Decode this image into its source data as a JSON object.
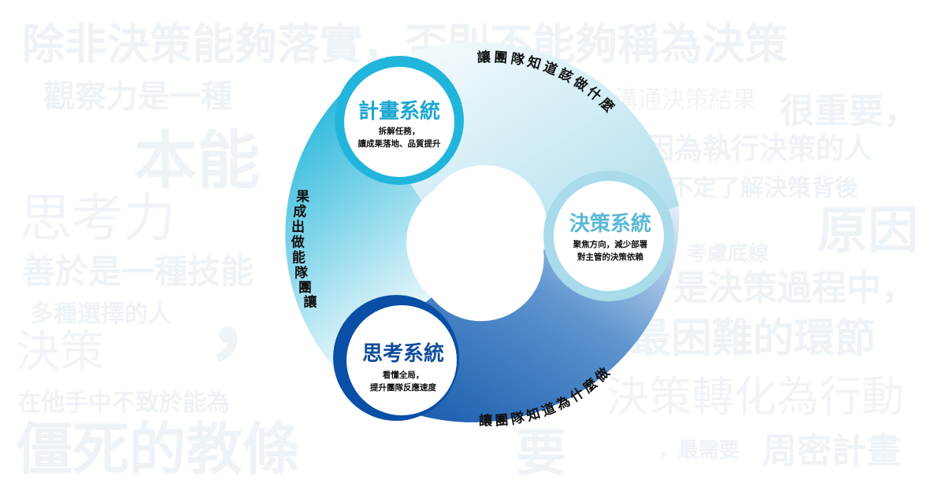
{
  "background_words": [
    "除非決策能夠落實，否則不能夠稱為決策",
    "觀察力是一種",
    "溝通決策結果",
    "很重要，",
    "本能",
    "因為執行決策的人",
    "不定了解決策背後",
    "思考力",
    "原因",
    "考慮底線",
    "善於是一種技能",
    "是決策過程中，",
    "多種選擇的人",
    "，",
    "最困難的環節",
    "決策",
    "決策轉化為行動",
    "在他手中不致於能為",
    "，最需要",
    "周密計畫",
    "僵死的教條",
    "要"
  ],
  "nodes": {
    "plan": {
      "title": "計畫系統",
      "desc": [
        "拆解任務，",
        "讓成果落地、品質提升"
      ],
      "color": "#1aa6cf"
    },
    "decide": {
      "title": "決策系統",
      "desc": [
        "聚焦方向，減少部署",
        "對主管的決策依賴"
      ],
      "color": "#5ab8d4"
    },
    "think": {
      "title": "思考系統",
      "desc": [
        "看懂全局，",
        "提升團隊反應速度"
      ],
      "color": "#0f4c9c"
    }
  },
  "arc_labels": {
    "top": "讓團隊知道該做什麼",
    "left": "讓團隊能做出成果",
    "bottom": "讓團隊知道為什麼做"
  },
  "colors": {
    "cyan": "#1ab6d9",
    "light_cyan": "#bfe6f1",
    "navy": "#0a4fa6",
    "bg_text": "#eef3f8"
  }
}
